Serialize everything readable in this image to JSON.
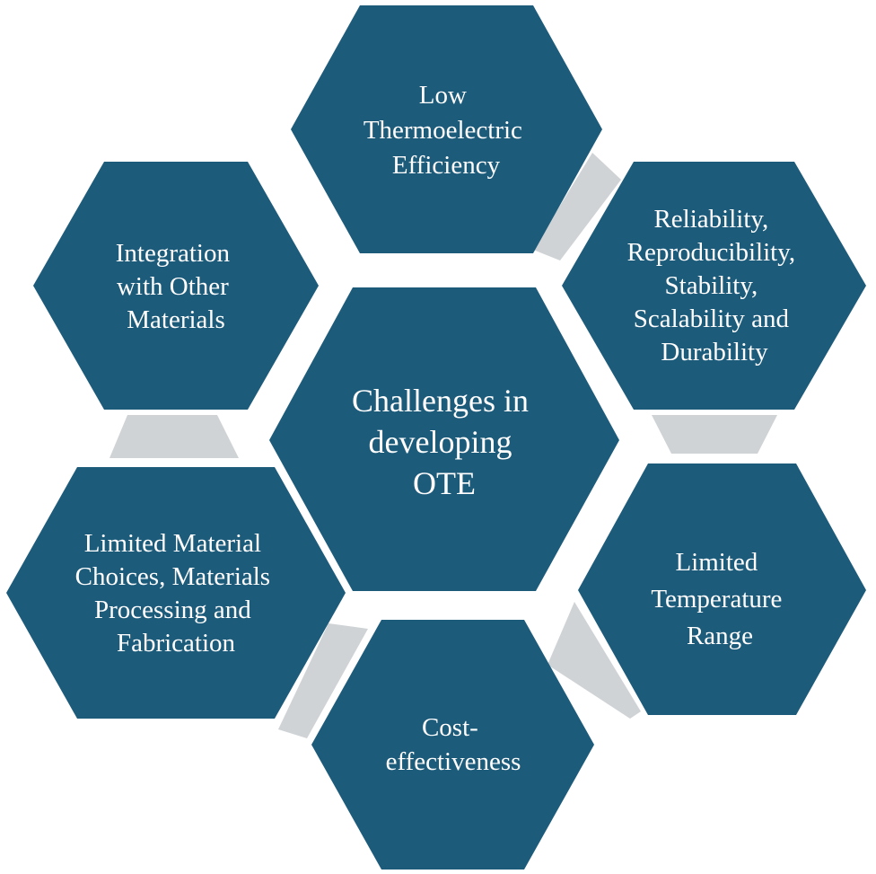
{
  "center": {
    "lines": [
      "Challenges in",
      "developing",
      "OTE"
    ]
  },
  "hexagons": [
    {
      "id": "low-thermoelectric-efficiency",
      "lines": [
        "Low",
        "Thermoelectric",
        "Efficiency"
      ]
    },
    {
      "id": "reliability-reproducibility",
      "lines": [
        "Reliability,",
        "Reproducibility,",
        "Stability,",
        "Scalability and",
        "Durability"
      ]
    },
    {
      "id": "limited-temperature-range",
      "lines": [
        "Limited",
        "Temperature",
        "Range"
      ]
    },
    {
      "id": "cost-effectiveness",
      "lines": [
        "Cost-",
        "effectiveness"
      ]
    },
    {
      "id": "limited-material-choices",
      "lines": [
        "Limited Material",
        "Choices, Materials",
        "Processing and",
        "Fabrication"
      ]
    },
    {
      "id": "integration-with-other-materials",
      "lines": [
        "Integration",
        "with Other",
        "Materials"
      ]
    }
  ],
  "colors": {
    "hexagon_fill": "#1d5b7b",
    "connector_fill": "#d0d3d6",
    "text": "#ffffff"
  }
}
